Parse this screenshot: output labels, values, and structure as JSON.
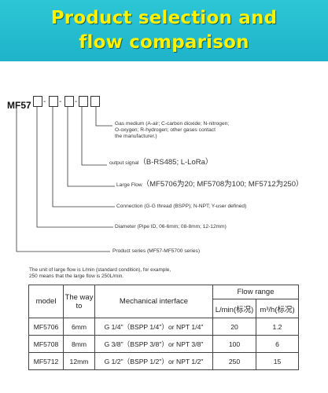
{
  "banner": {
    "line1": "Product selection and",
    "line2": "flow comparison",
    "bg_color": "#22bccf",
    "text_color": "#fff200"
  },
  "model_code": {
    "prefix": "MF57",
    "separator": "-"
  },
  "labels": {
    "gas": [
      "Gas medium (A-air; C-carbon dioxide; N-nitrogen;",
      "O-oxygen; R-hydrogen; other gases contact",
      "the manufacturer.)"
    ],
    "output_prefix": "output signal",
    "output_value": "（B-RS485; L-LoRa）",
    "large_flow_prefix": "Large Flow",
    "large_flow_value": "（MF5706为20; MF5708为100; MF5712为250）",
    "connection": "Connection (G-G thread (BSPP); N-NPT; Y-user defined)",
    "diameter": "Diameter (Pipe ID, 06-6mm; 08-8mm; 12-12mm)",
    "series": "Product series (MF57-MF5700 series)"
  },
  "note": [
    "The unit of large flow is L/min (standard condition), for example,",
    "250 means that the large flow is 250L/min."
  ],
  "table": {
    "headers": {
      "model": "model",
      "way": "The way to",
      "interface": "Mechanical interface",
      "flow_range": "Flow range",
      "lmin": "L/min(标况)",
      "m3h": "m³/h(标况)"
    },
    "rows": [
      {
        "model": "MF5706",
        "way": "6mm",
        "interface": "G 1/4\"（BSPP 1/4\"）or NPT 1/4\"",
        "lmin": "20",
        "m3h": "1.2"
      },
      {
        "model": "MF5708",
        "way": "8mm",
        "interface": "G 3/8\"（BSPP 3/8\"）or NPT 3/8\"",
        "lmin": "100",
        "m3h": "6"
      },
      {
        "model": "MF5712",
        "way": "12mm",
        "interface": "G 1/2\"（BSPP 1/2\"）or NPT 1/2\"",
        "lmin": "250",
        "m3h": "15"
      }
    ]
  }
}
